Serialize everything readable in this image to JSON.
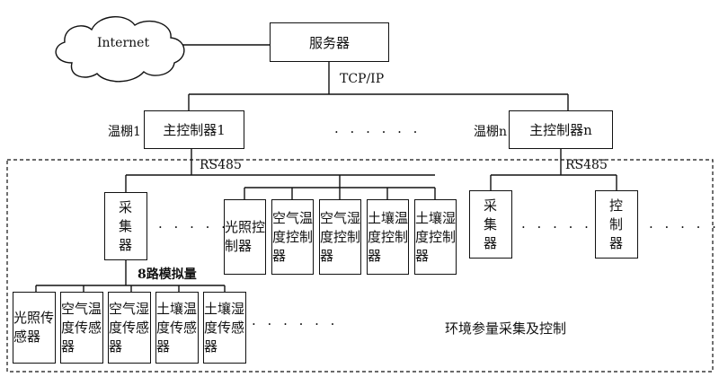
{
  "internet": {
    "label": "Internet"
  },
  "server": {
    "label": "服务器"
  },
  "network": {
    "label": "TCP/IP"
  },
  "greenhouse_1": {
    "label": "温棚1",
    "controller": "主控制器1",
    "bus": "RS485"
  },
  "greenhouse_n": {
    "label": "温棚n",
    "controller": "主控制器n",
    "bus": "RS485"
  },
  "ellipsis": "· · · · · ·",
  "collector_1": {
    "label": "采集器"
  },
  "analog_label": "8路模拟量",
  "actuators_1": [
    "光照控制器",
    "空气温度控制器",
    "空气湿度控制器",
    "土壤温度控制器",
    "土壤湿度控制器"
  ],
  "sensors": [
    "光照传感器",
    "空气温度传感器",
    "空气湿度传感器",
    "土壤温度传感器",
    "土壤湿度传感器"
  ],
  "collector_n": {
    "label": "采集器"
  },
  "controller_n": {
    "label": "控制器"
  },
  "region_caption": "环境参量采集及控制",
  "colors": {
    "line": "#111111",
    "background": "#ffffff"
  }
}
